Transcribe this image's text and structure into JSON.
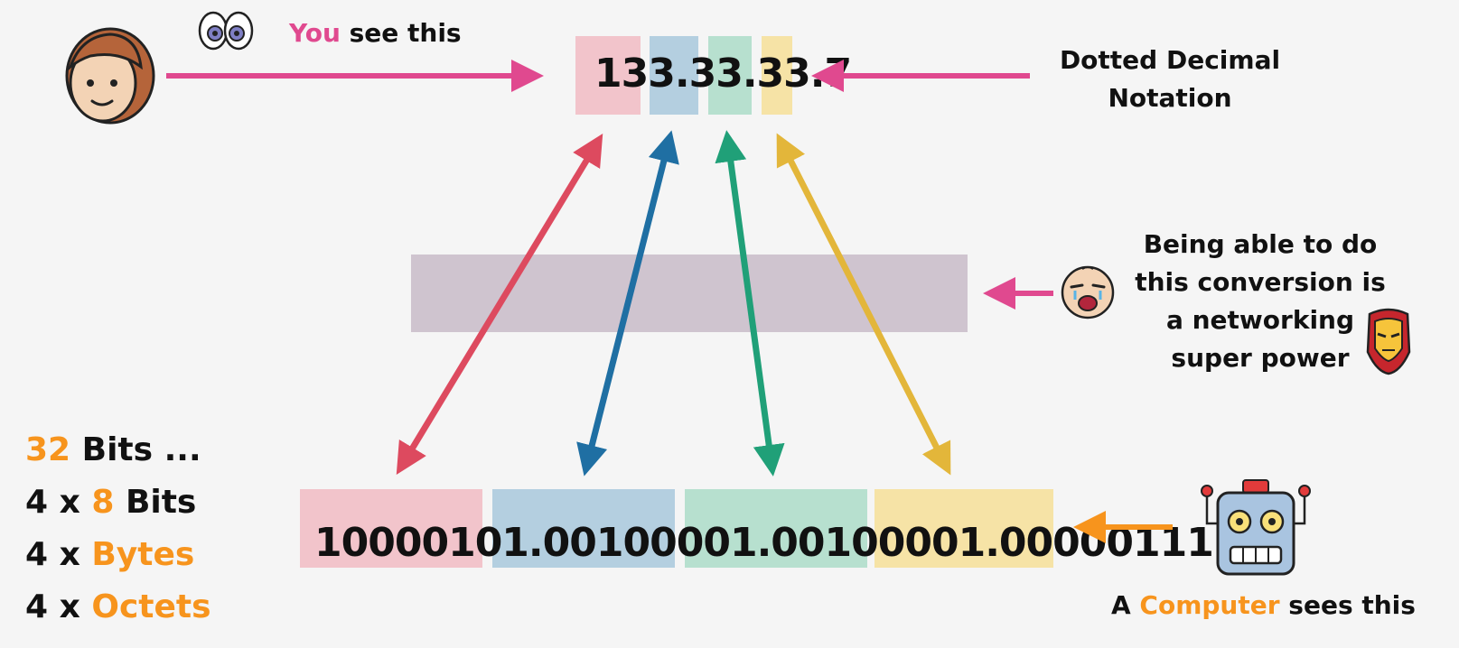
{
  "top_label": {
    "highlight": "You",
    "rest": " see this"
  },
  "decimal": {
    "octets": [
      "133",
      "33",
      "33",
      "7"
    ],
    "separator": "."
  },
  "dotted_decimal_label": {
    "line1": "Dotted Decimal",
    "line2": "Notation"
  },
  "binary": {
    "octets": [
      "10000101",
      "00100001",
      "00100001",
      "00000111"
    ],
    "separator": "."
  },
  "superpower_label": {
    "line1": "Being able to do",
    "line2": "this conversion is",
    "line3": "a networking",
    "line4": "super power"
  },
  "computer_label": {
    "prefix": "A ",
    "highlight": "Computer",
    "rest": " sees this"
  },
  "left_list": [
    {
      "num": "32",
      "text": " Bits ..."
    },
    {
      "prefix": "4 x ",
      "num": "8",
      "text": " Bits"
    },
    {
      "prefix": "4 x ",
      "highlight": "Bytes"
    },
    {
      "prefix": "4 x ",
      "highlight": "Octets"
    }
  ],
  "colors": {
    "pink": "#e0498f",
    "orange": "#f7941d",
    "octet1": "#f2c4cb",
    "octet2": "#b4cfe0",
    "octet3": "#b7e0cf",
    "octet4": "#f6e3a6",
    "arrow1": "#dd4a5f",
    "arrow2": "#1f6fa3",
    "arrow3": "#20a078",
    "arrow4": "#e3b63a",
    "band": "#cfc4cf"
  },
  "icons": [
    "woman-face-icon",
    "eyes-icon",
    "crying-baby-icon",
    "iron-man-icon",
    "robot-icon"
  ]
}
